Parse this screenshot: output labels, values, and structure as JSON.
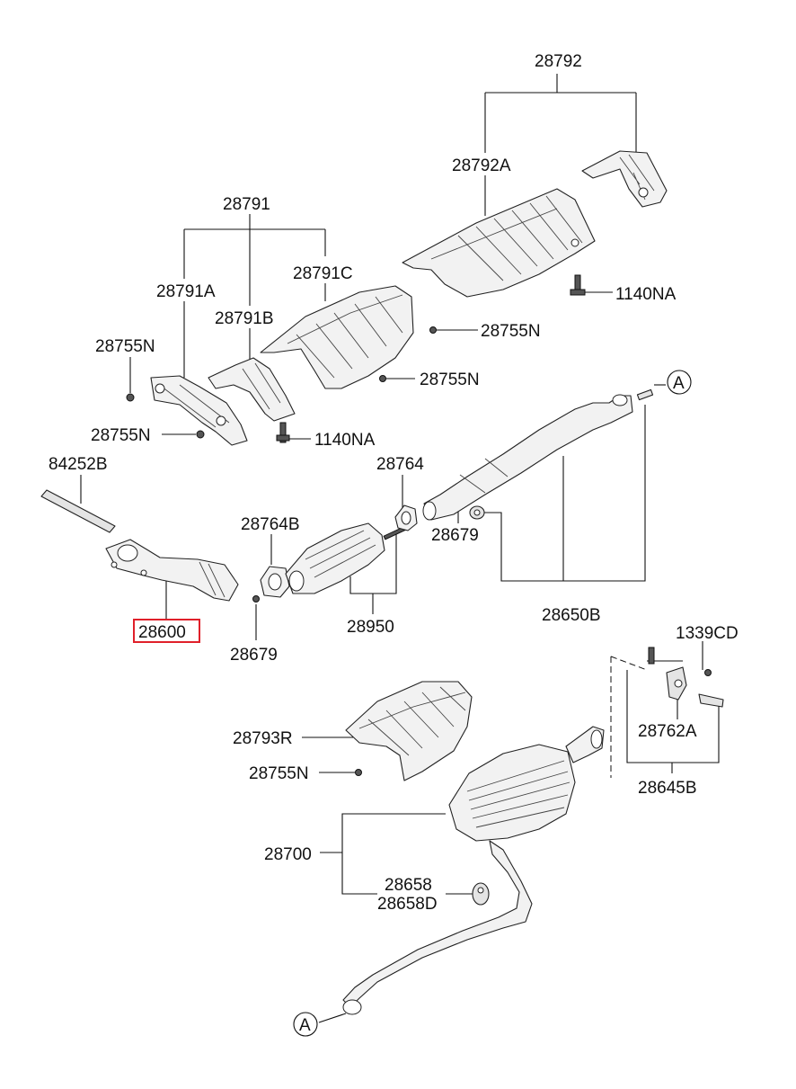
{
  "labels": {
    "p28792": "28792",
    "p28792A": "28792A",
    "p28791": "28791",
    "p28791C": "28791C",
    "p28791A": "28791A",
    "p28791B": "28791B",
    "p1140NA_top": "1140NA",
    "p28755N_top": "28755N",
    "p28755N_mid": "28755N",
    "p28755N_left": "28755N",
    "p28755N_left2": "28755N",
    "p1140NA_mid": "1140NA",
    "pA_top": "A",
    "p84252B": "84252B",
    "p28764": "28764",
    "p28764B": "28764B",
    "p28679_right": "28679",
    "p28600": "28600",
    "p28679_left": "28679",
    "p28950": "28950",
    "p28650B": "28650B",
    "p1339CD": "1339CD",
    "p28762A": "28762A",
    "p28793R": "28793R",
    "p28755N_bottom": "28755N",
    "p28645B": "28645B",
    "p28700": "28700",
    "p28658": "28658",
    "p28658D": "28658D",
    "pA_bottom": "A"
  },
  "highlighted_part": "28600",
  "highlight_color": "#e0202a"
}
